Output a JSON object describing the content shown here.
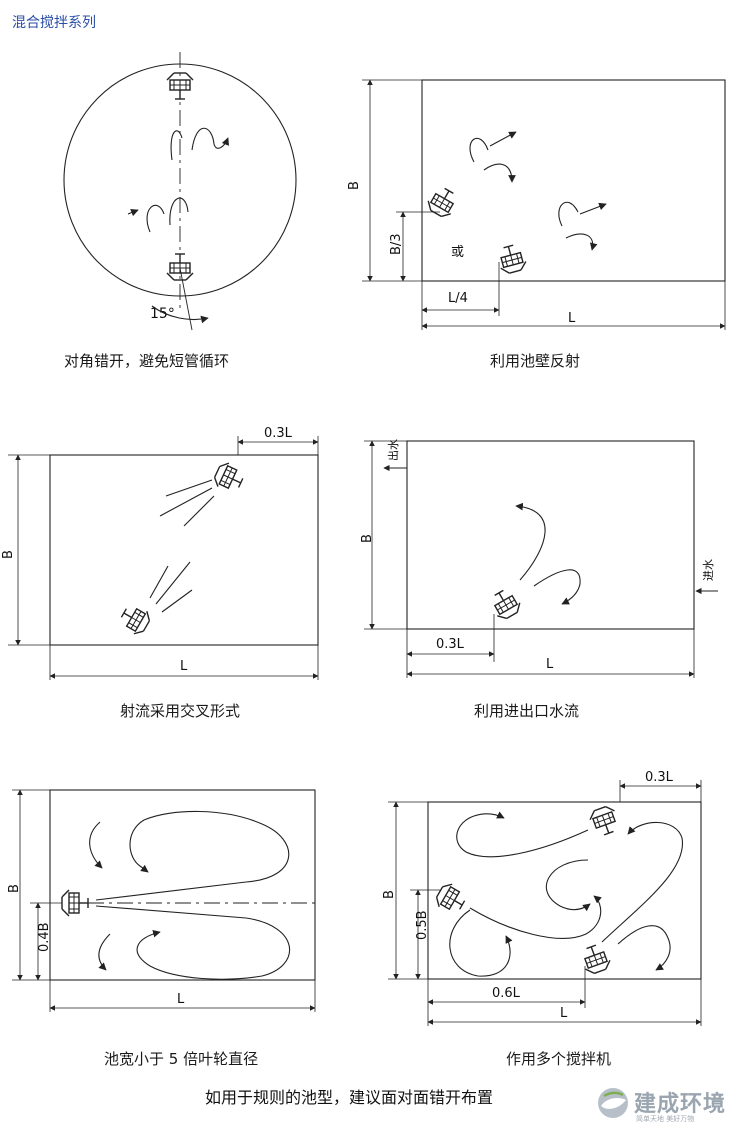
{
  "header": {
    "series_title": "混合搅拌系列"
  },
  "panels": {
    "p1": {
      "caption": "对角错开，避免短管循环",
      "angle_label": "15°"
    },
    "p2": {
      "caption": "利用池壁反射",
      "label_B": "B",
      "label_B3": "B/3",
      "label_L4": "L/4",
      "label_L": "L",
      "label_or": "或"
    },
    "p3": {
      "caption": "射流采用交叉形式",
      "label_03L": "0.3L",
      "label_B": "B",
      "label_L": "L"
    },
    "p4": {
      "caption": "利用进出口水流",
      "label_outlet": "出水",
      "label_inlet": "进水",
      "label_B": "B",
      "label_03L": "0.3L",
      "label_L": "L"
    },
    "p5": {
      "caption": "池宽小于 5 倍叶轮直径",
      "label_B": "B",
      "label_04B": "0.4B",
      "label_L": "L"
    },
    "p6": {
      "caption": "作用多个搅拌机",
      "label_03L": "0.3L",
      "label_B": "B",
      "label_05B": "0.5B",
      "label_06L": "0.6L",
      "label_L": "L"
    }
  },
  "footer": {
    "note": "如用于规则的池型，建议面对面错开布置"
  },
  "logo": {
    "name": "建成环境",
    "slogan": "简单天地 美好万物"
  },
  "colors": {
    "title_blue": "#2a4fa8",
    "line": "#222222"
  }
}
